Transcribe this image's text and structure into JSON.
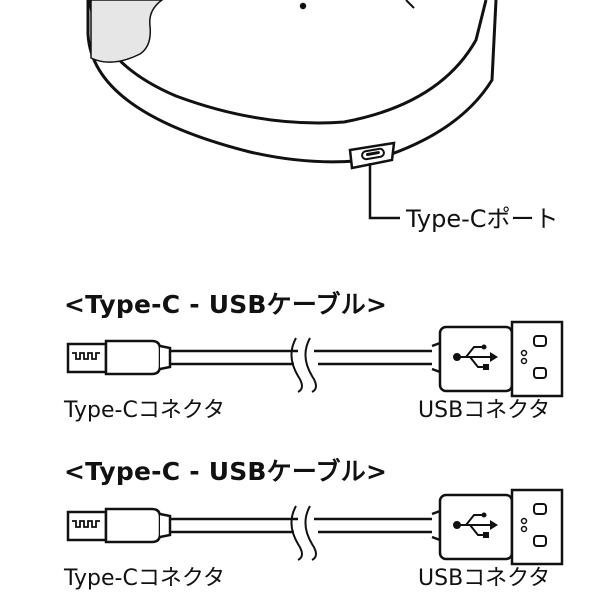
{
  "port_label": "Type-Cポート",
  "cables": [
    {
      "title": "<Type-C - USBケーブル>",
      "left_connector_label": "Type-Cコネクタ",
      "right_connector_label": "USBコネクタ"
    },
    {
      "title": "<Type-C - USBケーブル>",
      "left_connector_label": "Type-Cコネクタ",
      "right_connector_label": "USBコネクタ"
    }
  ],
  "colors": {
    "line": "#111111",
    "pad_shade": "#e6e6e6"
  },
  "icons": [
    "usb-symbol-icon",
    "typec-port-icon",
    "cable-break-icon"
  ]
}
